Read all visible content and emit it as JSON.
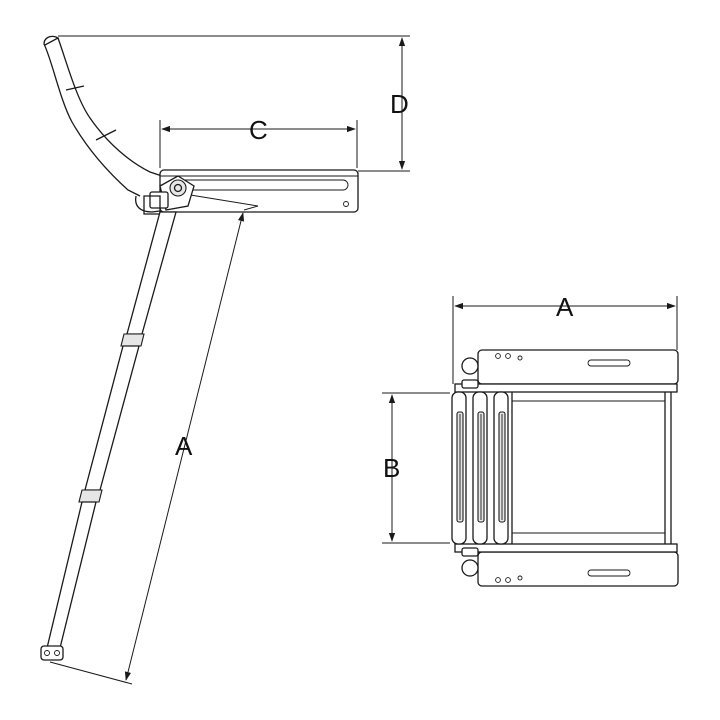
{
  "labels": {
    "side_view": {
      "length": "A",
      "mount_width": "C",
      "handle_height": "D"
    },
    "top_view": {
      "width": "A",
      "step_width": "B"
    }
  }
}
